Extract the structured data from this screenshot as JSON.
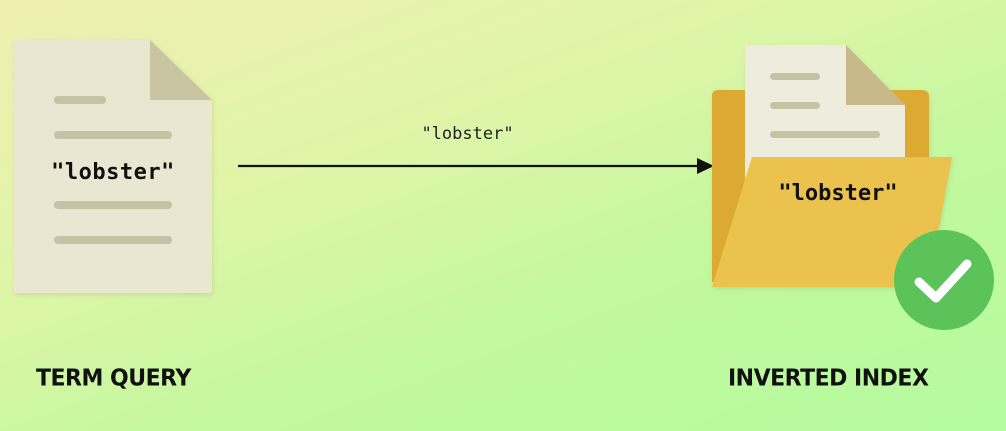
{
  "query_document": {
    "term": "\"lobster\""
  },
  "arrow": {
    "label": "\"lobster\""
  },
  "inverted_index": {
    "term": "\"lobster\""
  },
  "captions": {
    "left": "TERM QUERY",
    "right": "INVERTED INDEX"
  },
  "colors": {
    "document_paper": "#e9e6d2",
    "document_fold": "#c9c4a2",
    "document_lines": "#c6c2a4",
    "folder_back": "#dcaa33",
    "folder_front": "#ebc24e",
    "check_badge": "#5cc25a",
    "check_mark": "#ffffff",
    "arrow": "#111111"
  },
  "icons": {
    "left": "document-icon",
    "right": "folder-with-document-icon",
    "badge": "check-circle-icon"
  }
}
